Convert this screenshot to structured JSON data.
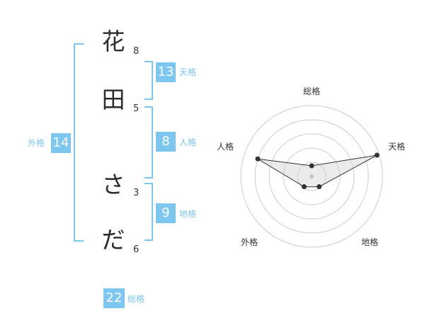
{
  "name": {
    "chars": [
      {
        "char": "花",
        "strokes": "8"
      },
      {
        "char": "田",
        "strokes": "5"
      },
      {
        "char": "さ",
        "strokes": "3"
      },
      {
        "char": "だ",
        "strokes": "6"
      }
    ]
  },
  "kaku": {
    "tenkaku": {
      "value": "13",
      "label": "天格"
    },
    "jinkaku": {
      "value": "8",
      "label": "人格"
    },
    "chikaku": {
      "value": "9",
      "label": "地格"
    },
    "gaikaku": {
      "value": "14",
      "label": "外格"
    },
    "soukaku": {
      "value": "22",
      "label": "総格"
    }
  },
  "colors": {
    "accent": "#7cc6ef",
    "text": "#2b2b2b",
    "grid": "#cccccc",
    "fill": "#e8e8e8"
  },
  "chart_data": {
    "type": "radar",
    "axes": [
      "総格",
      "天格",
      "地格",
      "外格",
      "人格"
    ],
    "values": [
      0.15,
      0.97,
      0.18,
      0.18,
      0.8
    ],
    "rings": 5,
    "scale_max": 1
  }
}
